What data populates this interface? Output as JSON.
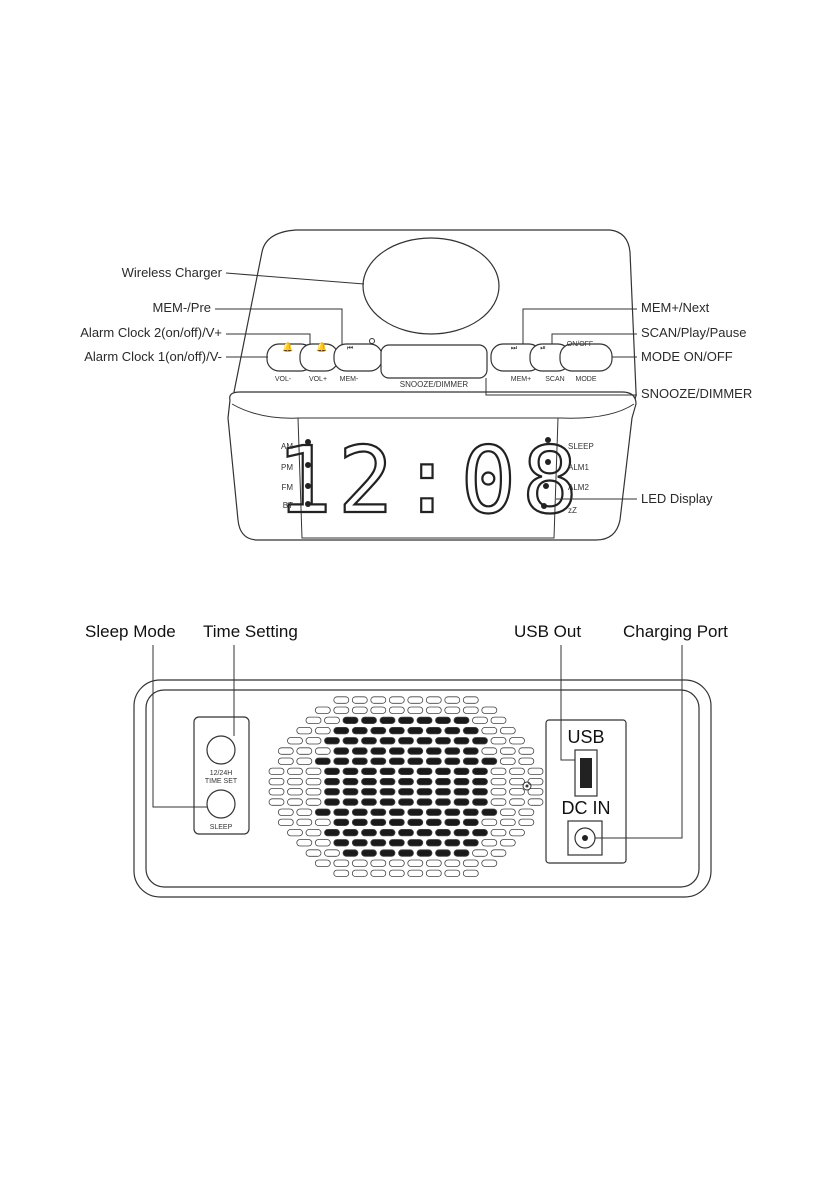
{
  "top_view": {
    "labels": {
      "wireless_charger": "Wireless Charger",
      "mem_pre": "MEM-/Pre",
      "alarm2": "Alarm Clock 2(on/off)/V+",
      "alarm1": "Alarm Clock 1(on/off)/V-",
      "mem_next": "MEM+/Next",
      "scan": "SCAN/Play/Pause",
      "mode": "MODE ON/OFF",
      "snooze": "SNOOZE/DIMMER",
      "led": "LED Display"
    },
    "buttons": {
      "vol_minus": "VOL-",
      "vol_plus": "VOL+",
      "mem_minus": "MEM-",
      "mem_plus": "MEM+",
      "scan": "SCAN",
      "mode": "MODE",
      "on_off": "ON/OFF",
      "snooze": "SNOOZE/DIMMER"
    },
    "display": {
      "time": "12:08",
      "left_indicators": [
        "AM",
        "PM",
        "FM",
        "BT"
      ],
      "right_indicators": [
        "SLEEP",
        "ALM1",
        "ALM2",
        "zZ"
      ]
    }
  },
  "rear_view": {
    "labels": {
      "sleep_mode": "Sleep Mode",
      "time_setting": "Time Setting",
      "usb_out": "USB  Out",
      "charging_port": "Charging Port"
    },
    "buttons": {
      "time_set_line1": "12/24H",
      "time_set_line2": "TIME SET",
      "sleep": "SLEEP"
    },
    "ports": {
      "usb": "USB",
      "dc_in": "DC IN"
    }
  }
}
